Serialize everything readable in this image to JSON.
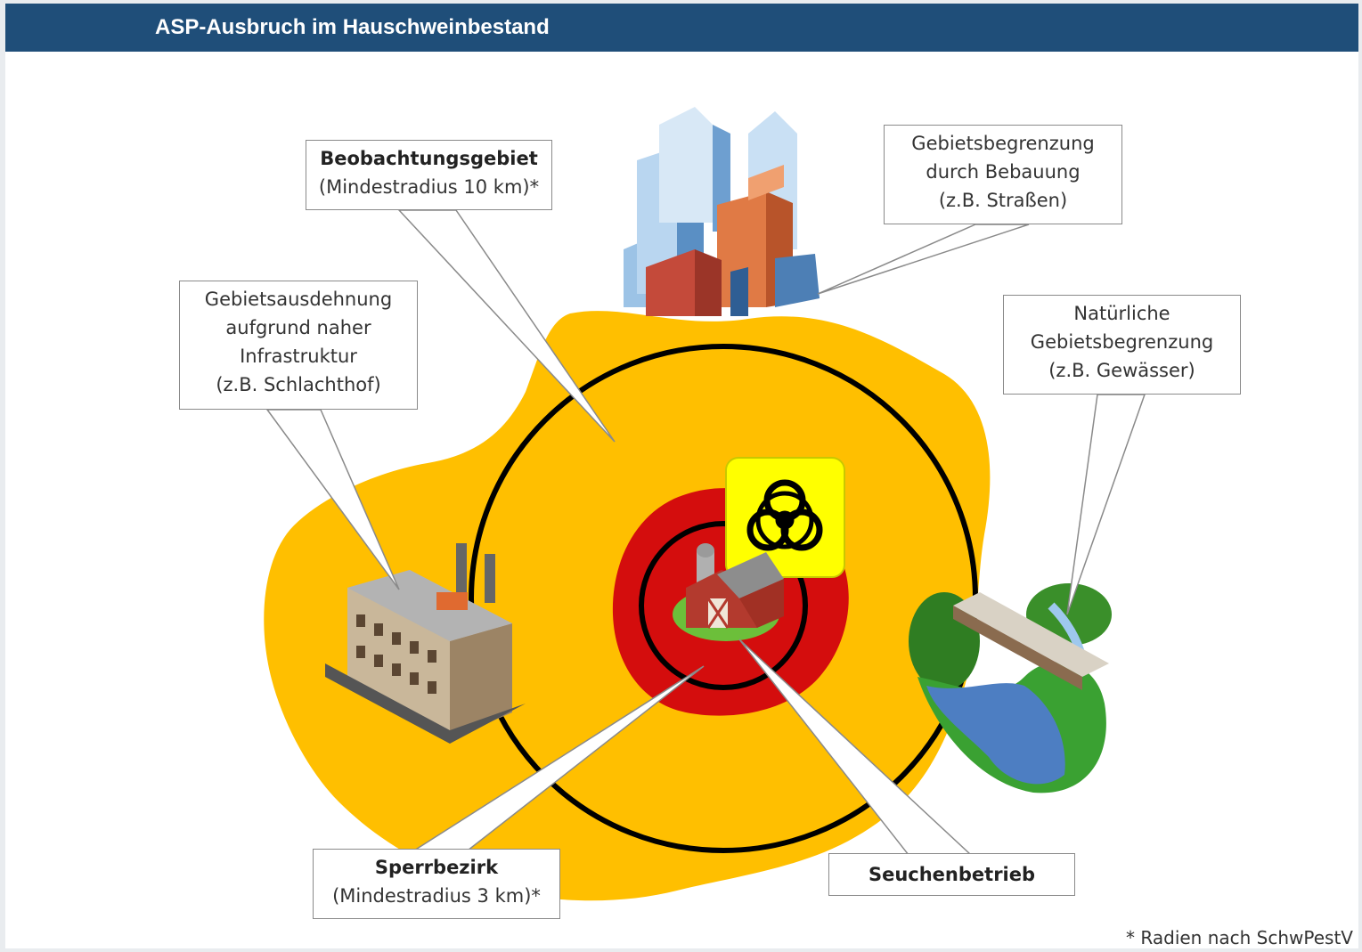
{
  "header": {
    "title": "ASP-Ausbruch im Hauschweinbestand"
  },
  "callouts": {
    "beobachtungsgebiet": {
      "line1": "Beobachtungsgebiet",
      "line2": "(Mindestradius 10 km)*"
    },
    "bebauung": {
      "line1": "Gebietsbegrenzung",
      "line2": "durch Bebauung",
      "line3": "(z.B. Straßen)"
    },
    "infrastruktur": {
      "line1": "Gebietsausdehnung",
      "line2": "aufgrund naher",
      "line3": "Infrastruktur",
      "line4": "(z.B. Schlachthof)"
    },
    "natuerlich": {
      "line1": "Natürliche",
      "line2": "Gebietsbegrenzung",
      "line3": "(z.B. Gewässer)"
    },
    "sperrbezirk": {
      "line1": "Sperrbezirk",
      "line2": "(Mindestradius 3 km)*"
    },
    "seuchenbetrieb": {
      "line1": "Seuchenbetrieb"
    }
  },
  "footnote": "* Radien nach SchwPestV",
  "colors": {
    "header": "#1f4e79",
    "observation_area": "#ffbf00",
    "restricted_zone": "#d40d0d",
    "biohazard_badge": "#ffff00",
    "ring": "#000000"
  },
  "icons": [
    "city-buildings-icon",
    "factory-icon",
    "river-bridge-icon",
    "barn-icon",
    "biohazard-icon"
  ]
}
